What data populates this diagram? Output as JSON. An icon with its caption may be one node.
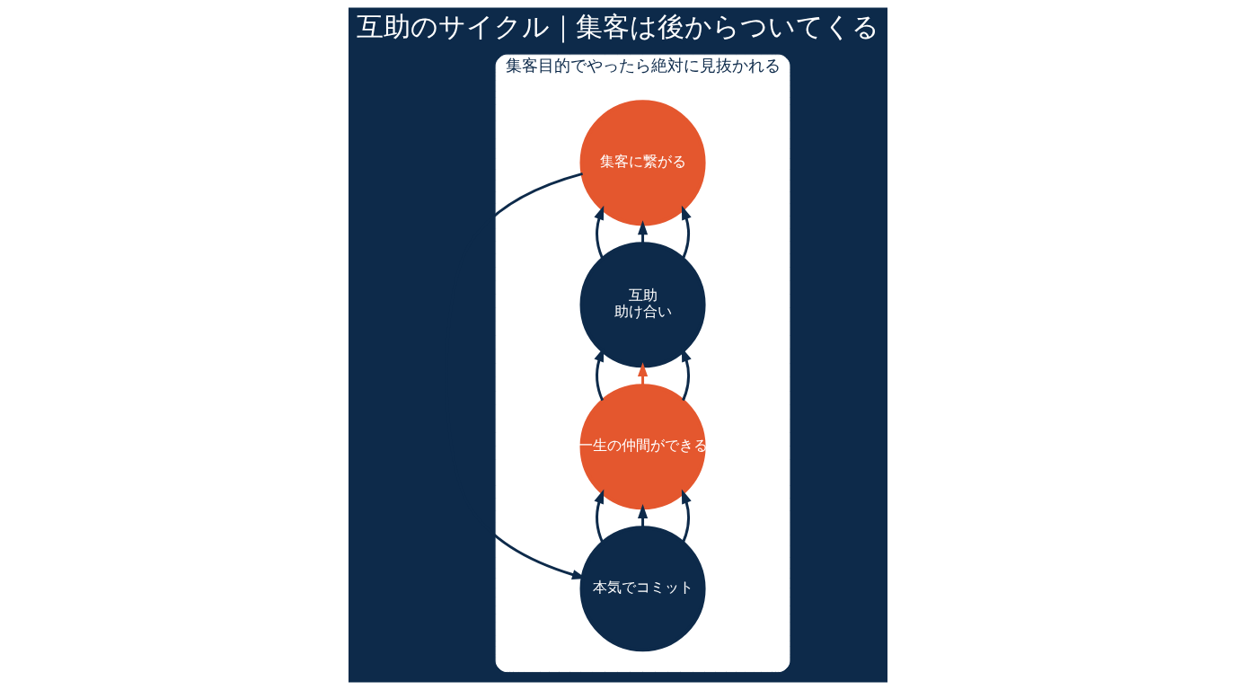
{
  "diagram": {
    "title": "互助のサイクル｜集客は後からついてくる",
    "nodes": [
      {
        "text": [
          "集客目的でやったら絶対に見抜かれる"
        ]
      },
      {
        "text": [
          "本気でコミット"
        ],
        "in": 0
      },
      {
        "text": [
          "一生の仲間ができる"
        ],
        "in": 0
      },
      {
        "text": [
          "互助",
          "助け合い"
        ],
        "in": 0
      },
      {
        "text": [
          "集客に繋がる"
        ],
        "in": 0
      }
    ],
    "edges": [
      {
        "from": 1,
        "to": 2,
        "arrow": "to"
      },
      {
        "from": 1,
        "to": 2,
        "arrow": "to"
      },
      {
        "from": 1,
        "to": 2,
        "arrow": "to"
      },
      {
        "from": 2,
        "to": 3,
        "arrow": "to"
      },
      {
        "from": 2,
        "to": 3,
        "arrow": "to",
        "color": "#e4572e"
      },
      {
        "from": 2,
        "to": 3,
        "arrow": "to"
      },
      {
        "from": 3,
        "to": 4,
        "arrow": "to"
      },
      {
        "from": 3,
        "to": 4,
        "arrow": "to"
      },
      {
        "from": 3,
        "to": 4,
        "arrow": "to"
      },
      {
        "from": 4,
        "to": 1,
        "arrow": "to"
      }
    ]
  }
}
